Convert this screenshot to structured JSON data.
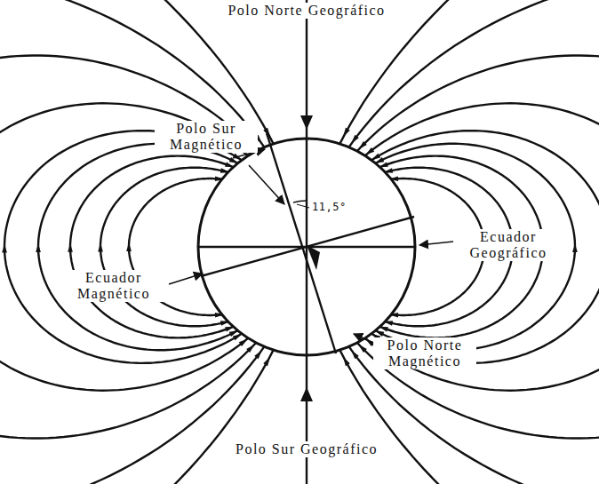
{
  "diagram": {
    "labels": [
      "Polo Norte Geográfico",
      "Polo Sur Magnético",
      "11,5°",
      "Ecuador Geográfico",
      "Ecuador Magnético",
      "Polo Norte Magnético",
      "Polo Sur Geográfico"
    ]
  }
}
